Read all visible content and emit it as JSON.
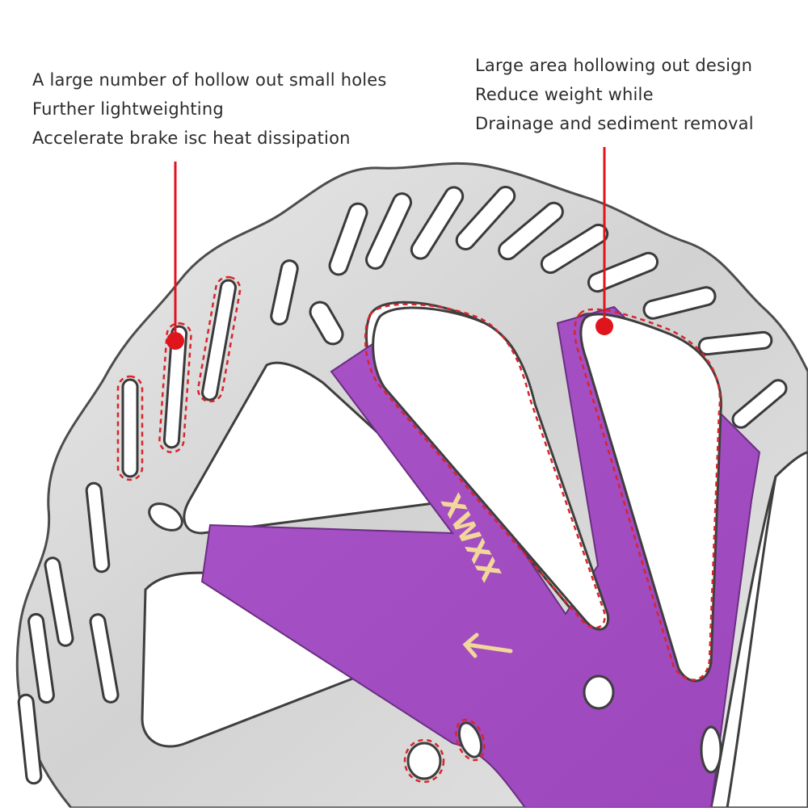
{
  "scene": {
    "subject": "bicycle disc brake rotor",
    "colors": {
      "background": "#ffffff",
      "steel": "#dcdcdc",
      "steel_edge": "#4a4a4a",
      "spider": "#a54fc4",
      "leader": "#e0141c",
      "dashed": "#d9242a",
      "text": "#2b2b2b",
      "logo": "#f1d79a"
    },
    "icons": {
      "leader_dot": "red-dot-icon",
      "direction": "arrow-left-icon"
    }
  },
  "callouts": {
    "left": {
      "lines": [
        "A large number of hollow out small holes",
        "Further lightweighting",
        "Accelerate brake isc heat dissipation"
      ]
    },
    "right": {
      "lines": [
        "Large area hollowing out design",
        "Reduce weight while",
        "Drainage and sediment removal"
      ]
    }
  },
  "logo": {
    "text": "XWXX"
  }
}
